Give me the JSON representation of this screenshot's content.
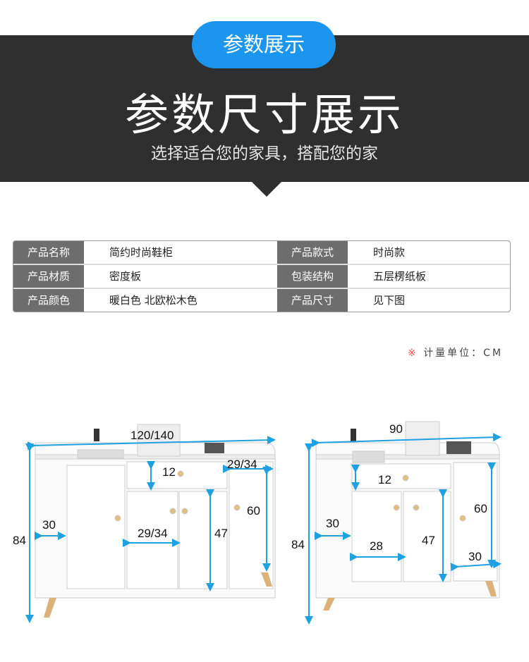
{
  "header": {
    "badge": "参数展示",
    "title": "参数尺寸展示",
    "subtitle": "选择适合您的家具，搭配您的家"
  },
  "specs": [
    {
      "label": "产品名称",
      "value": "简约时尚鞋柜",
      "label2": "产品款式",
      "value2": "时尚款"
    },
    {
      "label": "产品材质",
      "value": "密度板",
      "label2": "包装结构",
      "value2": "五层楞纸板"
    },
    {
      "label": "产品颜色",
      "value": "暖白色 北欧松木色",
      "label2": "产品尺寸",
      "value2": "见下图"
    }
  ],
  "unit": {
    "mark": "※",
    "text": "计量单位：CM"
  },
  "left_cabinet": {
    "width": "120/140",
    "height": "84",
    "depth": "30",
    "drawer": "12",
    "top_right": "29/34",
    "door_width": "29/34",
    "inner": "47",
    "side": "60"
  },
  "right_cabinet": {
    "width": "90",
    "height": "84",
    "depth": "30",
    "drawer": "12",
    "door_width": "28",
    "inner": "47",
    "side": "60",
    "side_width": "30"
  },
  "colors": {
    "dark": "#2f2f2f",
    "accent": "#1b95ee",
    "dim_line": "#1fa0e0"
  }
}
